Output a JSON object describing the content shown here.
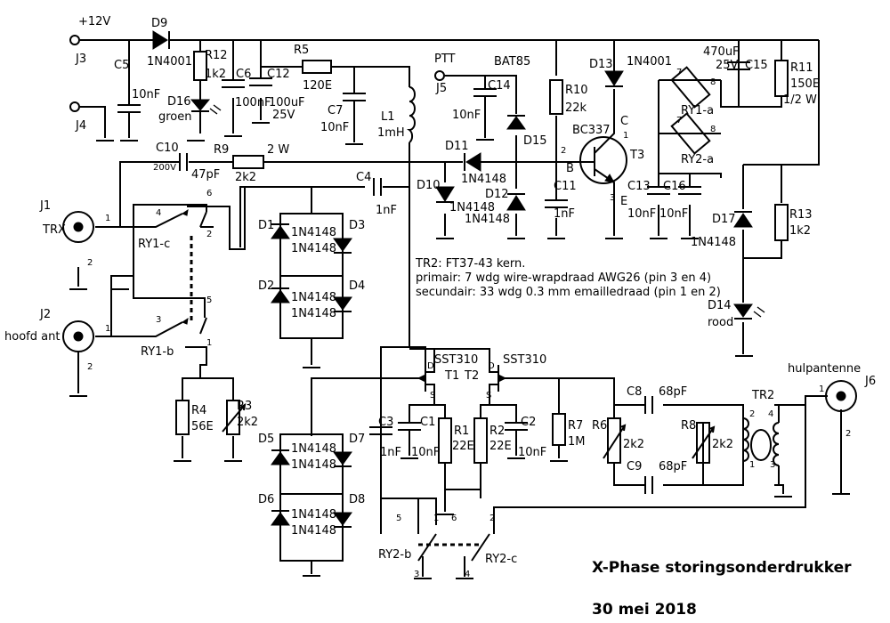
{
  "title": "X-Phase storingsonderdrukker",
  "date": "30 mei 2018",
  "note": {
    "line1": "TR2: FT37-43 kern.",
    "line2": "primair: 7 wdg wire-wrapdraad AWG26 (pin 3 en 4)",
    "line3": "secundair: 33 wdg 0.3 mm emailledraad (pin 1 en 2)"
  },
  "labels": {
    "supply": "+12V",
    "J3": "J3",
    "J4": "J4",
    "J5": "J5",
    "PTT": "PTT",
    "J1": "J1",
    "TRX": "TRX",
    "J2": "J2",
    "hoofd": "hoofd ant",
    "J6": "J6",
    "hulp": "hulpantenne",
    "D9": "D9",
    "D9v": "1N4001",
    "R12": "R12",
    "R12v": "1k2",
    "C5": "C5",
    "C5v": "10nF",
    "C6": "C6",
    "C6v": "100nF",
    "C12": "C12",
    "C12v": "100uF",
    "C12v2": "25V",
    "D16": "D16",
    "D16v": "groen",
    "R5": "R5",
    "R5v": "120E",
    "C7": "C7",
    "C7v": "10nF",
    "L1": "L1",
    "L1v": "1mH",
    "C14": "C14",
    "C14v": "10nF",
    "BAT": "BAT85",
    "D15": "D15",
    "R10": "R10",
    "R10v": "22k",
    "D13": "D13",
    "D13v": "1N4001",
    "C15v": "470uF",
    "C15v2": "25V",
    "C15": "C15",
    "R11": "R11",
    "R11v": "150E",
    "R11v2": "1/2 W",
    "BC": "BC337",
    "T3": "T3",
    "C": "C",
    "B": "B",
    "E": "E",
    "RY1a": "RY1-a",
    "RY2a": "RY2-a",
    "C10": "C10",
    "C10v": "200V",
    "C10v2": "47pF",
    "R9": "R9",
    "R9w": "2 W",
    "R9v": "2k2",
    "D11": "D11",
    "D11v": "1N4148",
    "D10": "D10",
    "D10v": "1N4148",
    "D12": "D12",
    "D12v": "1N4148",
    "C11": "C11",
    "C11v": "1nF",
    "C13": "C13",
    "C13v": "10nF",
    "C16": "C16",
    "C16v": "10nF",
    "D17": "D17",
    "D17v": "1N4148",
    "R13": "R13",
    "R13v": "1k2",
    "D14": "D14",
    "D14v": "rood",
    "C4": "C4",
    "C4v": "1nF",
    "D1": "D1",
    "D2": "D2",
    "D3": "D3",
    "D4": "D4",
    "dv": "1N4148",
    "RY1c": "RY1-c",
    "RY1b": "RY1-b",
    "R4": "R4",
    "R4v": "56E",
    "R3": "R3",
    "R3v": "2k2",
    "D5": "D5",
    "D6": "D6",
    "D7": "D7",
    "D8": "D8",
    "SST1": "SST310",
    "SST2": "SST310",
    "T1": "T1",
    "T2": "T2",
    "C3": "C3",
    "C3v": "1nF",
    "C1": "C1",
    "C1v": "10nF",
    "R1": "R1",
    "R1v": "22E",
    "R2": "R2",
    "R2v": "22E",
    "C2": "C2",
    "C2v": "10nF",
    "R7": "R7",
    "R7v": "1M",
    "R6": "R6",
    "R6v": "2k2",
    "C8": "C8",
    "C8v": "68pF",
    "C9": "C9",
    "C9v": "68pF",
    "R8": "R8",
    "R8v": "2k2",
    "TR2": "TR2",
    "RY2b": "RY2-b",
    "RY2c": "RY2-c",
    "D": "D",
    "S": "S",
    "G": "G",
    "p1": "1",
    "p2": "2",
    "p3": "3",
    "p4": "4",
    "p5": "5",
    "p6": "6",
    "p7": "7",
    "p8": "8"
  }
}
